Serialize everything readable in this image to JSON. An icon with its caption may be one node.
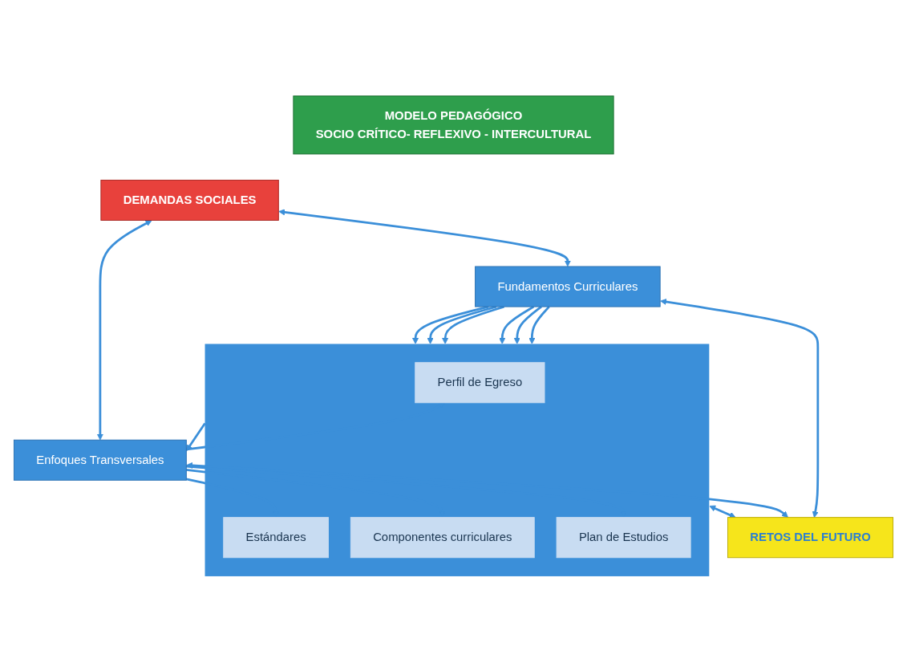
{
  "diagram": {
    "nodes": [
      {
        "text": [
          "MODELO PEDAGÓGICO",
          "SOCIO CRÍTICO- REFLEXIVO - INTERCULTURAL"
        ]
      },
      {
        "text": [
          "DEMANDAS SOCIALES"
        ]
      },
      {
        "text": [
          "Fundamentos Curriculares"
        ]
      },
      {
        "text": [],
        "shape": "bar"
      },
      {
        "text": [
          "Perfil de Egreso"
        ],
        "in": 3
      },
      {
        "text": [
          "Estándares"
        ],
        "in": 3
      },
      {
        "text": [
          "Componentes curriculares"
        ],
        "in": 3
      },
      {
        "text": [
          "Plan de Estudios"
        ],
        "in": 3
      },
      {
        "text": [
          "Enfoques Transversales"
        ]
      },
      {
        "text": [
          "RETOS DEL FUTURO"
        ]
      }
    ],
    "edges": [
      {
        "from": 1,
        "to": 2,
        "arrow": "both"
      },
      {
        "from": 2,
        "to": 9,
        "arrow": "both"
      },
      {
        "from": 2,
        "to": 3,
        "arrow": "to"
      },
      {
        "from": 2,
        "to": 3,
        "arrow": "to"
      },
      {
        "from": 2,
        "to": 3,
        "arrow": "to"
      },
      {
        "from": 2,
        "to": 3,
        "arrow": "to"
      },
      {
        "from": 2,
        "to": 3,
        "arrow": "to"
      },
      {
        "from": 2,
        "to": 3,
        "arrow": "to"
      },
      {
        "from": 3,
        "to": 9,
        "arrow": "both"
      },
      {
        "from": 8,
        "to": 4,
        "arrow": "to"
      },
      {
        "from": 8,
        "to": 5,
        "arrow": "to"
      },
      {
        "from": 3,
        "to": 8,
        "arrow": "to"
      },
      {
        "from": 8,
        "to": 6,
        "arrow": "to"
      },
      {
        "from": 8,
        "to": 7,
        "arrow": "to"
      },
      {
        "from": 1,
        "to": 8,
        "arrow": "both"
      },
      {
        "from": 8,
        "to": 9,
        "arrow": "both"
      }
    ]
  }
}
